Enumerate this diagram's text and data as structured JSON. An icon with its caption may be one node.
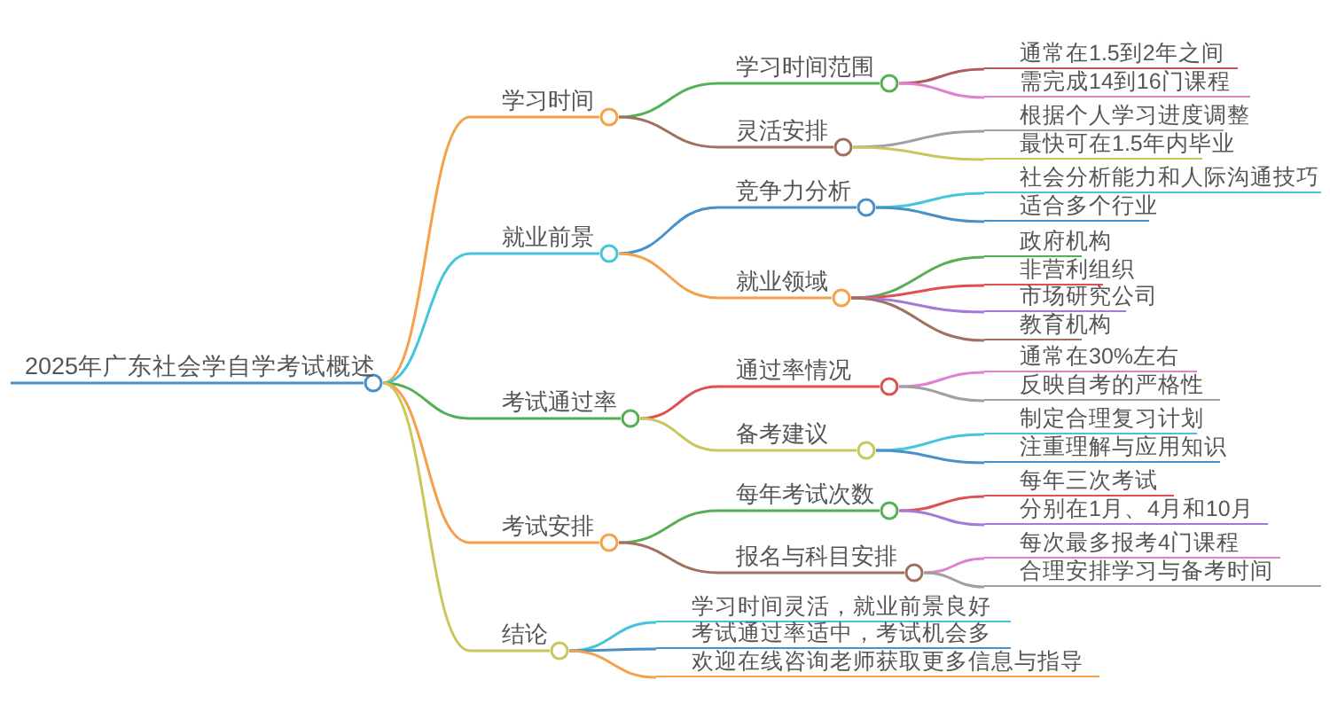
{
  "diagram": {
    "nodes": [
      {
        "text": [
          "2025年广东社会学自学考试概述"
        ]
      },
      {
        "text": [
          "学习时间"
        ]
      },
      {
        "text": [
          "学习时间范围"
        ]
      },
      {
        "text": [
          "通常在1.5到2年之间"
        ]
      },
      {
        "text": [
          "需完成14到16门课程"
        ]
      },
      {
        "text": [
          "灵活安排"
        ]
      },
      {
        "text": [
          "根据个人学习进度调整"
        ]
      },
      {
        "text": [
          "最快可在1.5年内毕业"
        ]
      },
      {
        "text": [
          "就业前景"
        ]
      },
      {
        "text": [
          "竞争力分析"
        ]
      },
      {
        "text": [
          "社会分析能力和人际沟通技巧"
        ]
      },
      {
        "text": [
          "适合多个行业"
        ]
      },
      {
        "text": [
          "就业领域"
        ]
      },
      {
        "text": [
          "政府机构"
        ]
      },
      {
        "text": [
          "非营利组织"
        ]
      },
      {
        "text": [
          "市场研究公司"
        ]
      },
      {
        "text": [
          "教育机构"
        ]
      },
      {
        "text": [
          "考试通过率"
        ]
      },
      {
        "text": [
          "通过率情况"
        ]
      },
      {
        "text": [
          "通常在30%左右"
        ]
      },
      {
        "text": [
          "反映自考的严格性"
        ]
      },
      {
        "text": [
          "备考建议"
        ]
      },
      {
        "text": [
          "制定合理复习计划"
        ]
      },
      {
        "text": [
          "注重理解与应用知识"
        ]
      },
      {
        "text": [
          "考试安排"
        ]
      },
      {
        "text": [
          "每年考试次数"
        ]
      },
      {
        "text": [
          "每年三次考试"
        ]
      },
      {
        "text": [
          "分别在1月、4月和10月"
        ]
      },
      {
        "text": [
          "报名与科目安排"
        ]
      },
      {
        "text": [
          "每次最多报考4门课程"
        ]
      },
      {
        "text": [
          "合理安排学习与备考时间"
        ]
      },
      {
        "text": [
          "结论"
        ]
      },
      {
        "text": [
          "学习时间灵活，就业前景良好"
        ]
      },
      {
        "text": [
          "考试通过率适中，考试机会多"
        ]
      },
      {
        "text": [
          "欢迎在线咨询老师获取更多信息与指导"
        ]
      }
    ],
    "edges": [
      {
        "from": 0,
        "to": 1,
        "arrow": "none",
        "color": "#f5a04a"
      },
      {
        "from": 1,
        "to": 2,
        "arrow": "none",
        "color": "#55b055"
      },
      {
        "from": 2,
        "to": 3,
        "arrow": "none",
        "color": "#b05a5a"
      },
      {
        "from": 2,
        "to": 4,
        "arrow": "none",
        "color": "#e080d0"
      },
      {
        "from": 1,
        "to": 5,
        "arrow": "none",
        "color": "#a07060"
      },
      {
        "from": 5,
        "to": 6,
        "arrow": "none",
        "color": "#a0a0a0"
      },
      {
        "from": 5,
        "to": 7,
        "arrow": "none",
        "color": "#c8c85a"
      },
      {
        "from": 0,
        "to": 8,
        "arrow": "none",
        "color": "#45c5dc"
      },
      {
        "from": 8,
        "to": 9,
        "arrow": "none",
        "color": "#4a90c8"
      },
      {
        "from": 9,
        "to": 10,
        "arrow": "none",
        "color": "#45c5dc"
      },
      {
        "from": 9,
        "to": 11,
        "arrow": "none",
        "color": "#4a90c8"
      },
      {
        "from": 8,
        "to": 12,
        "arrow": "none",
        "color": "#f5a04a"
      },
      {
        "from": 12,
        "to": 13,
        "arrow": "none",
        "color": "#55b055"
      },
      {
        "from": 12,
        "to": 14,
        "arrow": "none",
        "color": "#e05050"
      },
      {
        "from": 12,
        "to": 15,
        "arrow": "none",
        "color": "#a878d8"
      },
      {
        "from": 12,
        "to": 16,
        "arrow": "none",
        "color": "#a07060"
      },
      {
        "from": 0,
        "to": 17,
        "arrow": "none",
        "color": "#55b055"
      },
      {
        "from": 17,
        "to": 18,
        "arrow": "none",
        "color": "#e05050"
      },
      {
        "from": 18,
        "to": 19,
        "arrow": "none",
        "color": "#e080d0"
      },
      {
        "from": 18,
        "to": 20,
        "arrow": "none",
        "color": "#a0a0a0"
      },
      {
        "from": 17,
        "to": 21,
        "arrow": "none",
        "color": "#c8c85a"
      },
      {
        "from": 21,
        "to": 22,
        "arrow": "none",
        "color": "#45c5dc"
      },
      {
        "from": 21,
        "to": 23,
        "arrow": "none",
        "color": "#4a90c8"
      },
      {
        "from": 0,
        "to": 24,
        "arrow": "none",
        "color": "#f5a04a"
      },
      {
        "from": 24,
        "to": 25,
        "arrow": "none",
        "color": "#55b055"
      },
      {
        "from": 25,
        "to": 26,
        "arrow": "none",
        "color": "#e05050"
      },
      {
        "from": 25,
        "to": 27,
        "arrow": "none",
        "color": "#a878d8"
      },
      {
        "from": 24,
        "to": 28,
        "arrow": "none",
        "color": "#a07060"
      },
      {
        "from": 28,
        "to": 29,
        "arrow": "none",
        "color": "#e080d0"
      },
      {
        "from": 28,
        "to": 30,
        "arrow": "none",
        "color": "#a0a0a0"
      },
      {
        "from": 0,
        "to": 31,
        "arrow": "none",
        "color": "#c8c85a"
      },
      {
        "from": 31,
        "to": 32,
        "arrow": "none",
        "color": "#45c5dc"
      },
      {
        "from": 31,
        "to": 33,
        "arrow": "none",
        "color": "#4a90c8"
      },
      {
        "from": 31,
        "to": 34,
        "arrow": "none",
        "color": "#f5a04a"
      }
    ]
  }
}
